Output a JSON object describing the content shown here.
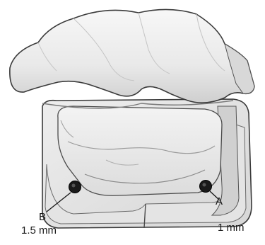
{
  "figure": {
    "labels": {
      "point_b": "B",
      "point_a": "A",
      "dimension_b": "1.5 mm",
      "dimension_a": "1 mm"
    },
    "colors": {
      "background": "#ffffff",
      "tooth_light": "#efefef",
      "tooth_mid": "#d2d2d2",
      "tooth_shadow": "#8c8c8c",
      "outline": "#3a3a3a",
      "hole": "#1a1a1a"
    }
  }
}
